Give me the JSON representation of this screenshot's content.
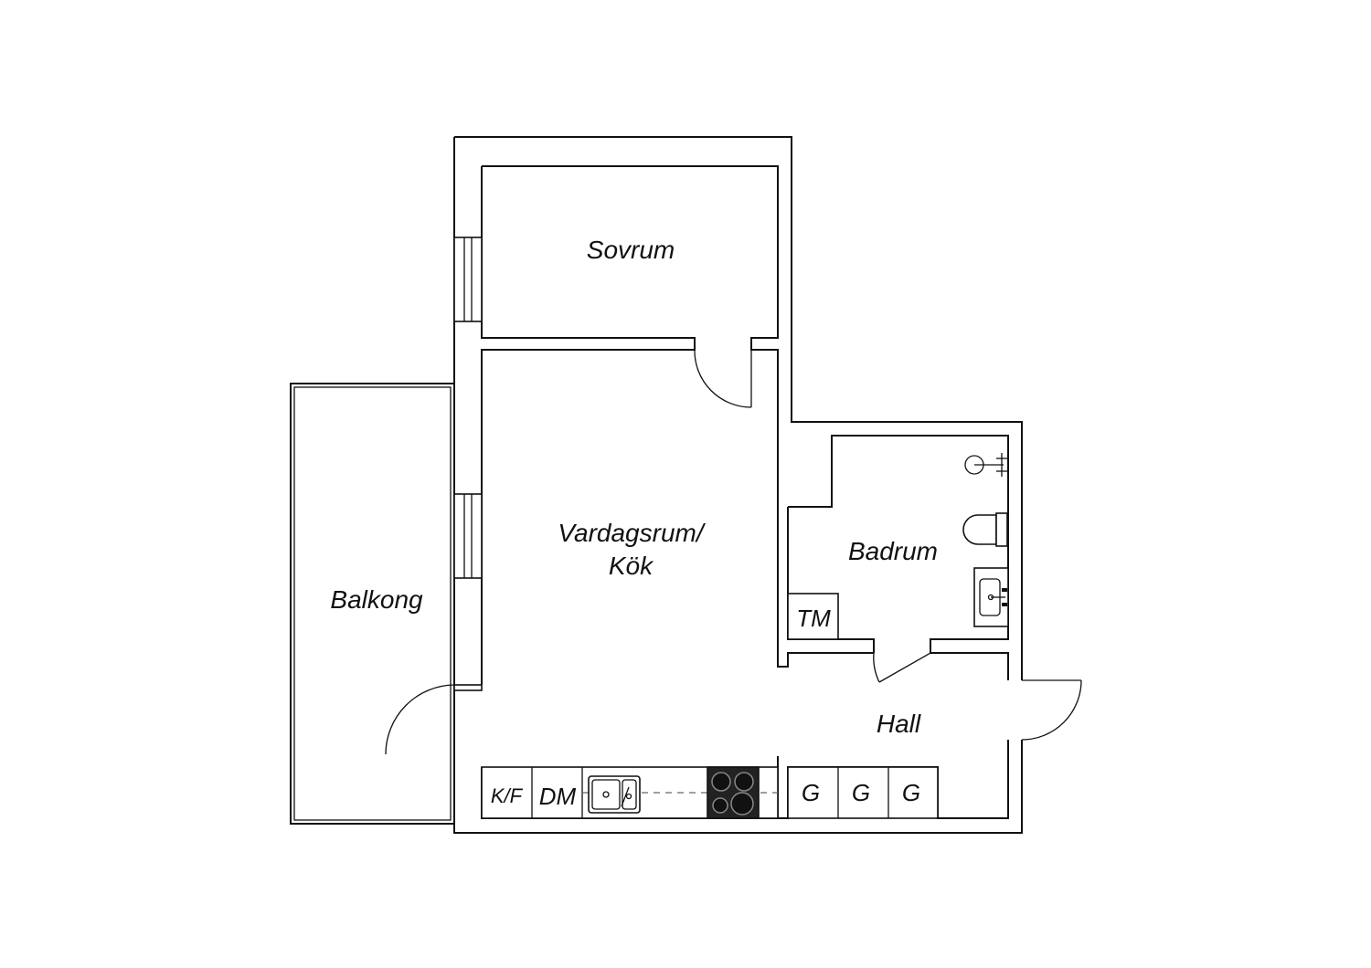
{
  "plan": {
    "rooms": {
      "bedroom": "Sovrum",
      "living_line1": "Vardagsrum/",
      "living_line2": "Kök",
      "bathroom": "Badrum",
      "balcony": "Balkong",
      "hall": "Hall"
    },
    "units": {
      "fridge_freezer": "K/F",
      "dishwasher": "DM",
      "washer": "TM",
      "wardrobe_1": "G",
      "wardrobe_2": "G",
      "wardrobe_3": "G"
    }
  }
}
